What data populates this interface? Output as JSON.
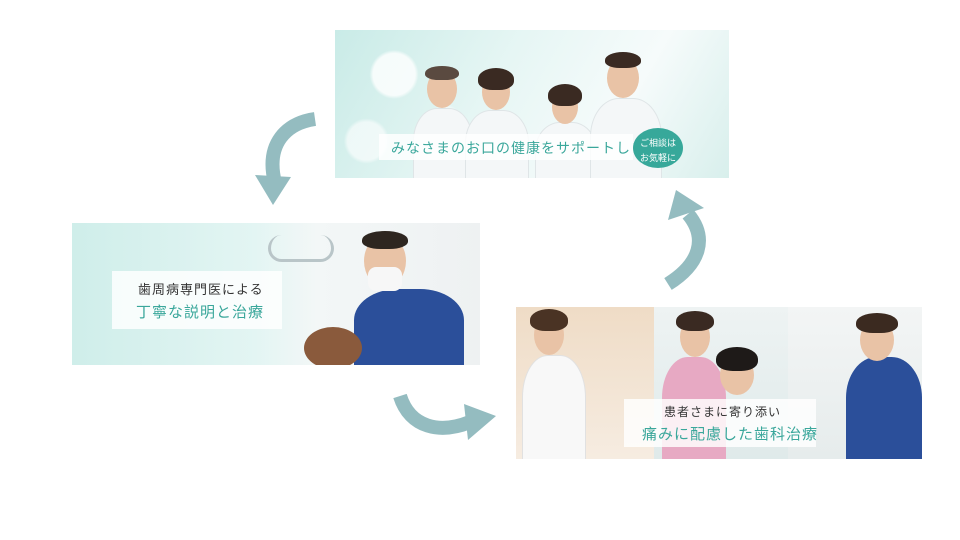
{
  "slides": [
    {
      "caption": "みなさまのお口の健康をサポートします",
      "badge_line1": "ご相談は",
      "badge_line2": "お気軽に"
    },
    {
      "caption_small": "歯周病専門医による",
      "caption_large": "丁寧な説明と治療"
    },
    {
      "caption_small": "患者さまに寄り添い",
      "caption_large": "痛みに配慮した歯科治療"
    }
  ],
  "colors": {
    "accent_teal": "#3aa79b",
    "arrow": "#94bcc0",
    "badge": "#37a89a"
  }
}
